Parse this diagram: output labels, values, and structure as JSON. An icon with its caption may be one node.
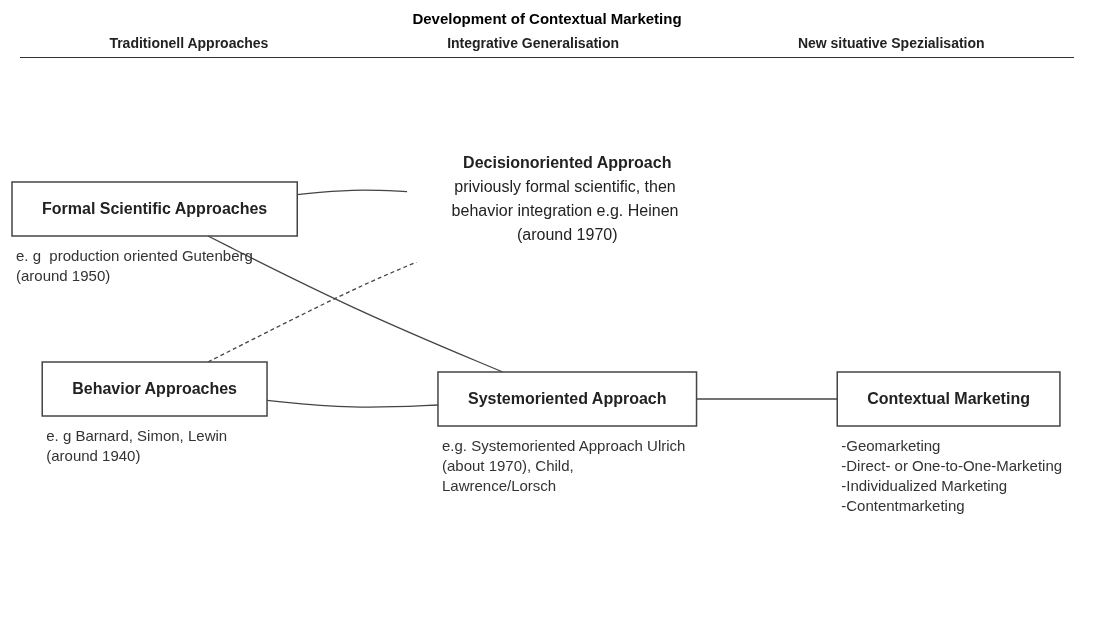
{
  "diagram": {
    "title": "Development of Contextual Marketing",
    "nodes": [
      {
        "text": [
          "Formal Scientific Approaches"
        ],
        "beside": [
          "e. g  production oriented Gutenberg (around 1950)"
        ]
      },
      {
        "text": [
          "Decisionoriented Approach",
          "priviously formal scientific, then behavior integration e.g. Heinen (around 1970)"
        ]
      },
      {
        "text": [
          "Systemoriented Approach"
        ],
        "beside": [
          "e.g. Systemoriented Approach Ulrich (about 1970), Child, Lawrence/Lorsch"
        ]
      },
      {
        "text": [
          "Contextual Marketing"
        ],
        "beside": [
          "-Geomarketing",
          "-Direct- or One-to-One-Marketing",
          "-Individualized Marketing",
          "-Contentmarketing"
        ]
      },
      {
        "text": [
          "Behavior Approaches"
        ],
        "beside": [
          "e. g Barnard, Simon, Lewin (around 1940)"
        ]
      }
    ],
    "edges": [
      {
        "from": 0,
        "to": 1,
        "arrow": "none"
      },
      {
        "from": 0,
        "to": 2,
        "arrow": "none"
      },
      {
        "from": 4,
        "to": 1,
        "arrow": "none",
        "style": "dashed"
      },
      {
        "from": 4,
        "to": 2,
        "arrow": "none"
      },
      {
        "from": 2,
        "to": 3,
        "arrow": "none"
      }
    ],
    "labels": [
      "Traditionell Approaches",
      "Integrative Generalisation",
      "New situative Spezialisation"
    ]
  }
}
